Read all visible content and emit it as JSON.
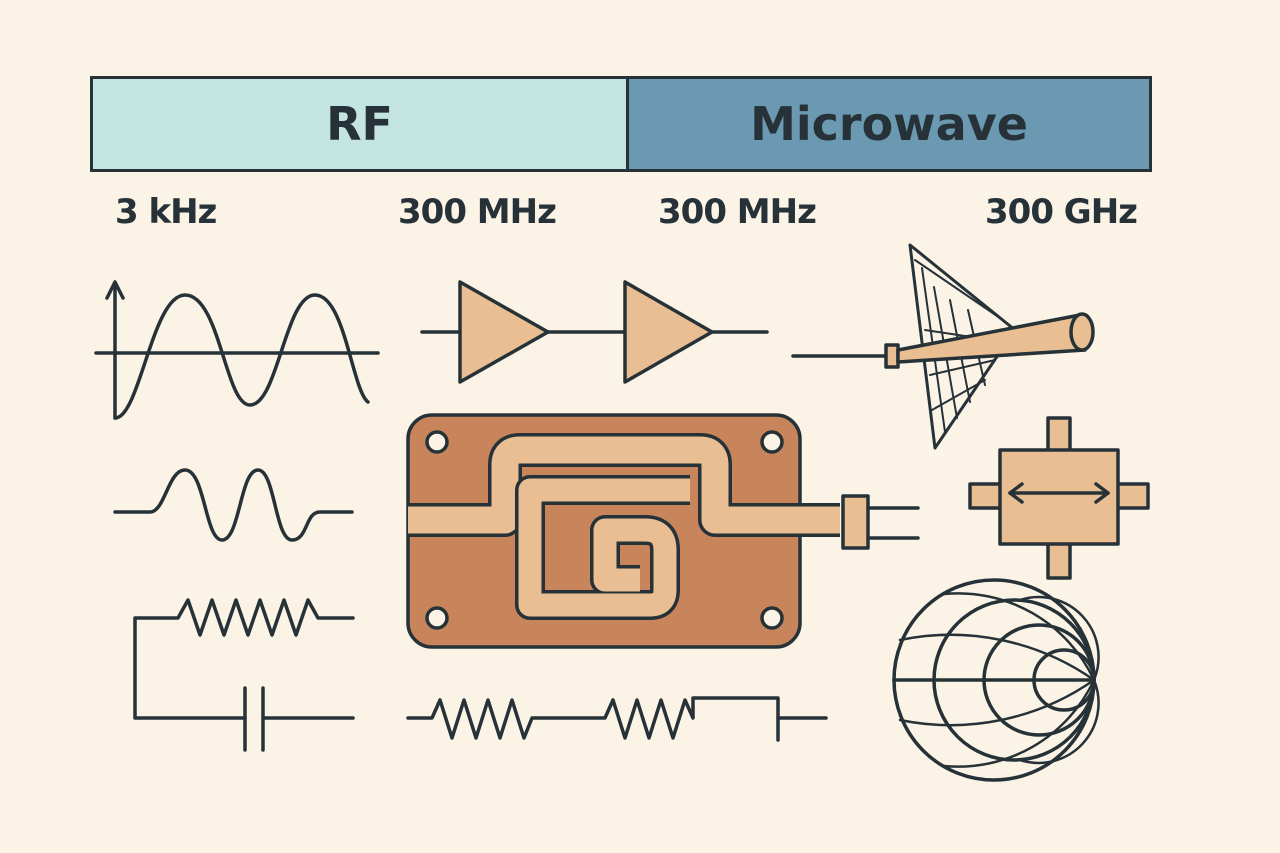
{
  "band": {
    "rf_label": "RF",
    "microwave_label": "Microwave",
    "rf_color": "#c4e4e1",
    "microwave_color": "#6b99b2"
  },
  "frequency_labels": [
    "3 kHz",
    "300 MHz",
    "300 MHz",
    "300 GHz"
  ],
  "icons": [
    "sine-wave-plot-icon",
    "amplifier-chain-icon",
    "horn-antenna-icon",
    "wave-packet-icon",
    "microstrip-pcb-icon",
    "quadrature-coupler-icon",
    "rc-circuit-icon",
    "resistor-chain-icon",
    "smith-chart-icon"
  ],
  "colors": {
    "background": "#fbf3e6",
    "stroke": "#263238",
    "pcb": "#c8845a",
    "trace": "#e8be92"
  }
}
